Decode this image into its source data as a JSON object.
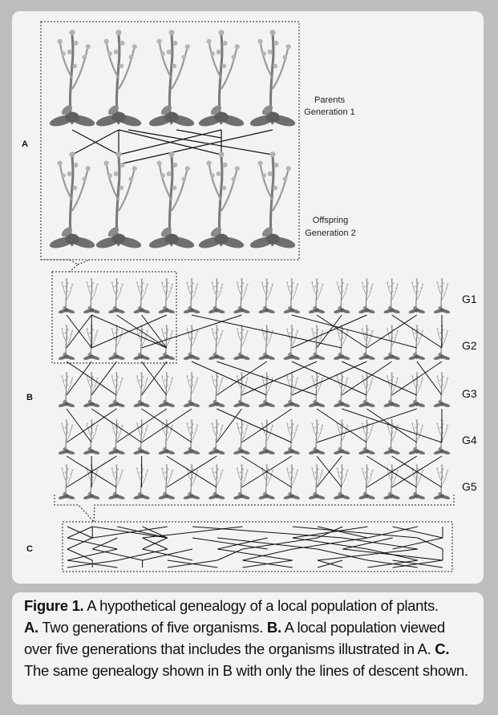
{
  "panel_a": {
    "label": "A",
    "parents_label": "Parents",
    "parents_gen": "Generation 1",
    "offspring_label": "Offspring",
    "offspring_gen": "Generation 2"
  },
  "panel_b": {
    "label": "B",
    "generations": [
      "G1",
      "G2",
      "G3",
      "G4",
      "G5"
    ]
  },
  "panel_c": {
    "label": "C"
  },
  "caption": {
    "title": "Figure 1.",
    "intro": " A hypothetical genealogy of a local population of plants.",
    "a_label": "A.",
    "a_text": " Two generations of five organisms.",
    "b_label": "B.",
    "b_text": " A local population viewed over five generations that includes the organisms illustrated in A.",
    "c_label": "C.",
    "c_text": " The same genealogy shown in B with only the lines of descent shown."
  },
  "colors": {
    "background": "#bdbdbd",
    "card": "#f3f3f3",
    "plant": "#8a8a8a",
    "line": "#111111"
  },
  "icons": {
    "plant": "plant-icon"
  }
}
